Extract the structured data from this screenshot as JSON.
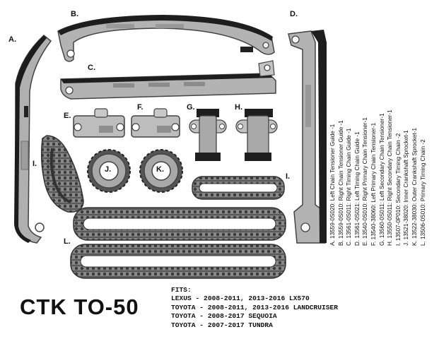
{
  "title": "CTK TO-50",
  "fits_label": "FITS:",
  "fitments": [
    "LEXUS - 2008-2011, 2013-2016 LX570",
    "TOYOTA - 2008-2011, 2013-2016 LANDCRUISER",
    "TOYOTA - 2008-2017 SEQUOIA",
    "TOYOTA - 2007-2017 TUNDRA"
  ],
  "part_labels": {
    "a": "A.",
    "b": "B.",
    "c": "C.",
    "d": "D.",
    "e": "E.",
    "f": "F.",
    "g": "G.",
    "h": "H.",
    "i_left": "I.",
    "i_right": "I.",
    "j": "J.",
    "k": "K.",
    "l": "L."
  },
  "parts_list": [
    "A. 13559-0S020: Left Chain Tensioner Guide -1",
    "B. 13559-0S010: Right Chain Tensioner Guide -1",
    "C. 13561-0S011: Right Timing Chain Guide -1",
    "D. 13561-0S021: Left Timing Chain Guide -1",
    "E. 13540-0S010: Right Primary Chain Tensioner-1",
    "F. 13540-38060: Left Primary Chain Tensioner-1",
    "G. 13560-0S011: Left Secondary Chain Tensioner-1",
    "H. 13550-0S011: Right Secondary Chain Tensioner-1",
    "I. 13507-0P010: Secondary Timing Chain -2",
    "J. 13521-38020: Inner Crankshaft Sprocket-1",
    "K. 13522-38030: Outer Crankshaft Sprocket-1",
    "L. 13506-0S010: Primary Timing Chain -2"
  ]
}
